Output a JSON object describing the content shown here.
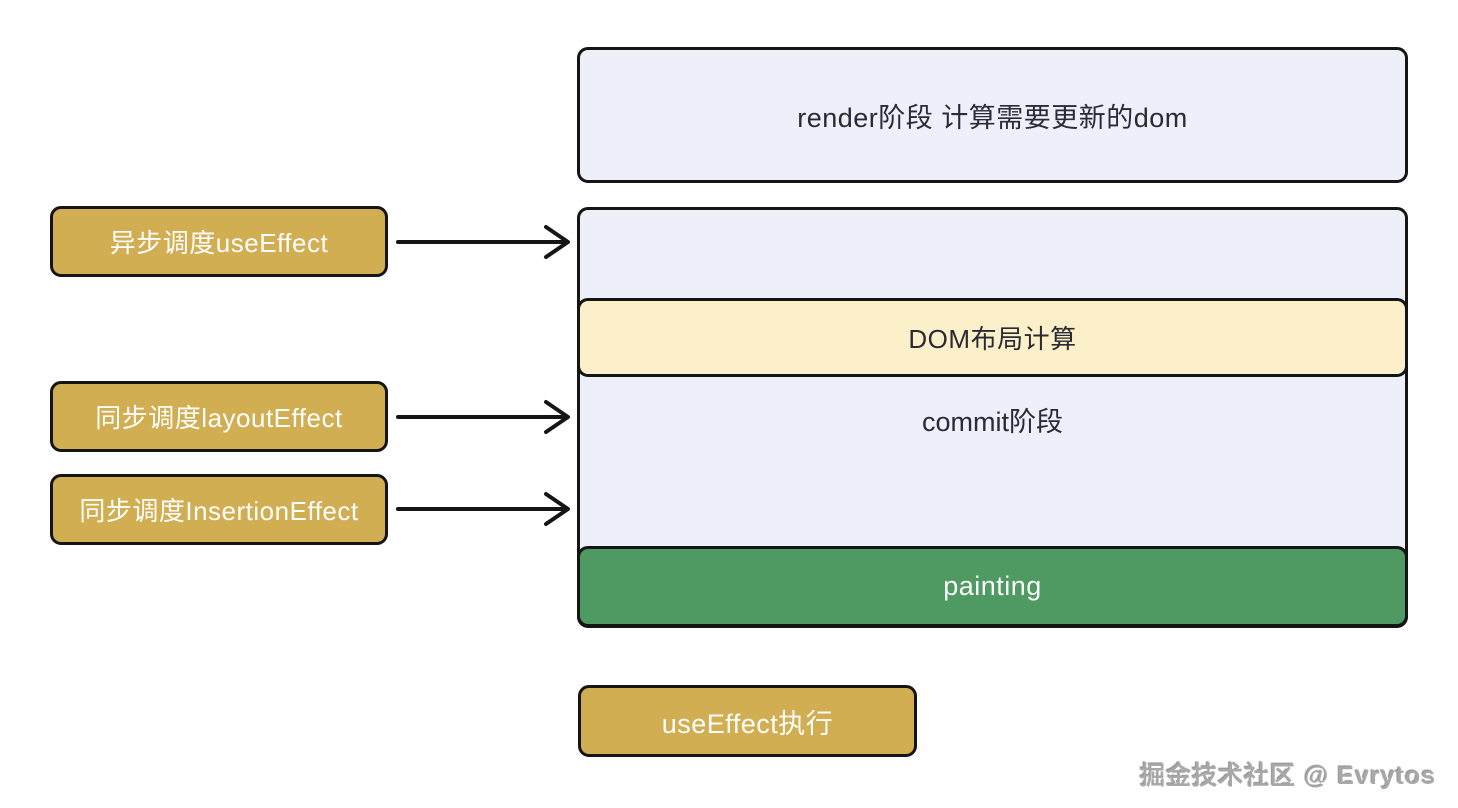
{
  "diagram": {
    "render_box": {
      "label": "render阶段 计算需要更新的dom"
    },
    "pipeline_box": {
      "dom_layout_band": {
        "label": "DOM布局计算"
      },
      "commit_label": "commit阶段",
      "painting_band": {
        "label": "painting"
      }
    },
    "left_nodes": [
      {
        "label": "异步调度useEffect"
      },
      {
        "label": "同步调度layoutEffect"
      },
      {
        "label": "同步调度InsertionEffect"
      }
    ],
    "bottom_node": {
      "label": "useEffect执行"
    },
    "watermark": "掘金技术社区 @ Evrytos"
  },
  "colors": {
    "node_background": "#edf0f8",
    "gold_node": "#d2ae52",
    "dom_layout_band": "#fcf0cb",
    "painting_band": "#4f9963",
    "border": "#151515",
    "dark_text": "#2a2a33",
    "light_text": "#fdfdfd",
    "watermark_text": "#a8a8a8"
  }
}
